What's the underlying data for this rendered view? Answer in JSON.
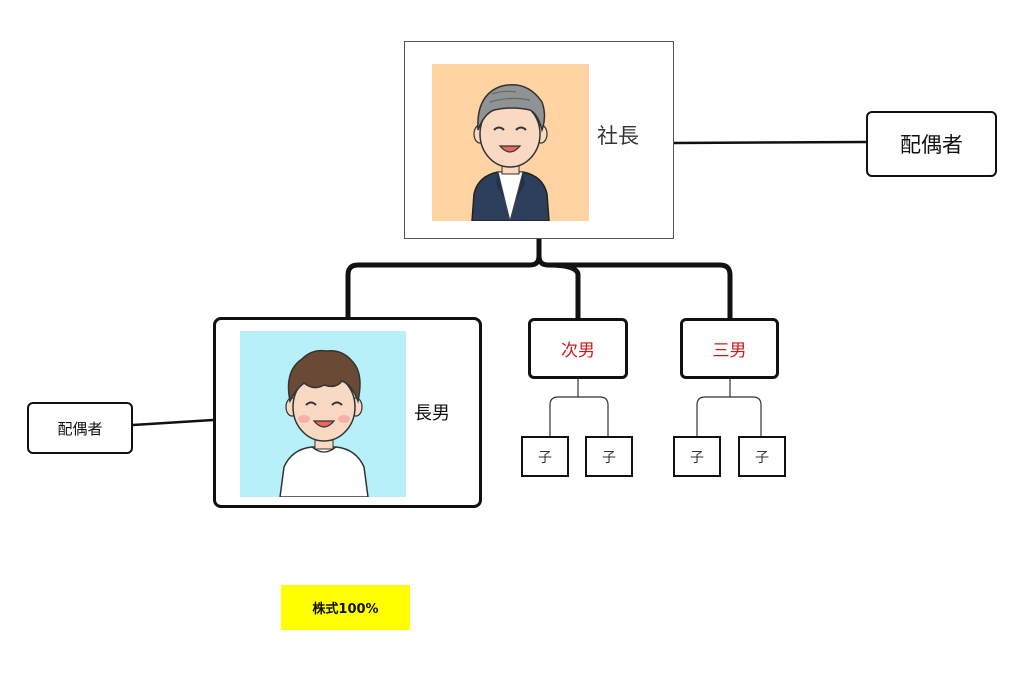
{
  "ceo": {
    "label": "社長"
  },
  "spouse_ceo": {
    "label": "配偶者"
  },
  "eldest_son": {
    "label": "長男"
  },
  "spouse_eldest": {
    "label": "配偶者"
  },
  "second_son": {
    "label": "次男"
  },
  "third_son": {
    "label": "三男"
  },
  "grandchildren": [
    "子",
    "子",
    "子",
    "子"
  ],
  "shares_badge": {
    "label": "株式100%"
  },
  "colors": {
    "ceo_photo_bg": "#ffd3a2",
    "eldest_photo_bg": "#b8f0f9",
    "highlight_text": "#d01818",
    "badge_bg": "#ffff00"
  },
  "icons": {
    "ceo_photo": "businessman-avatar-icon",
    "eldest_photo": "young-man-avatar-icon"
  }
}
